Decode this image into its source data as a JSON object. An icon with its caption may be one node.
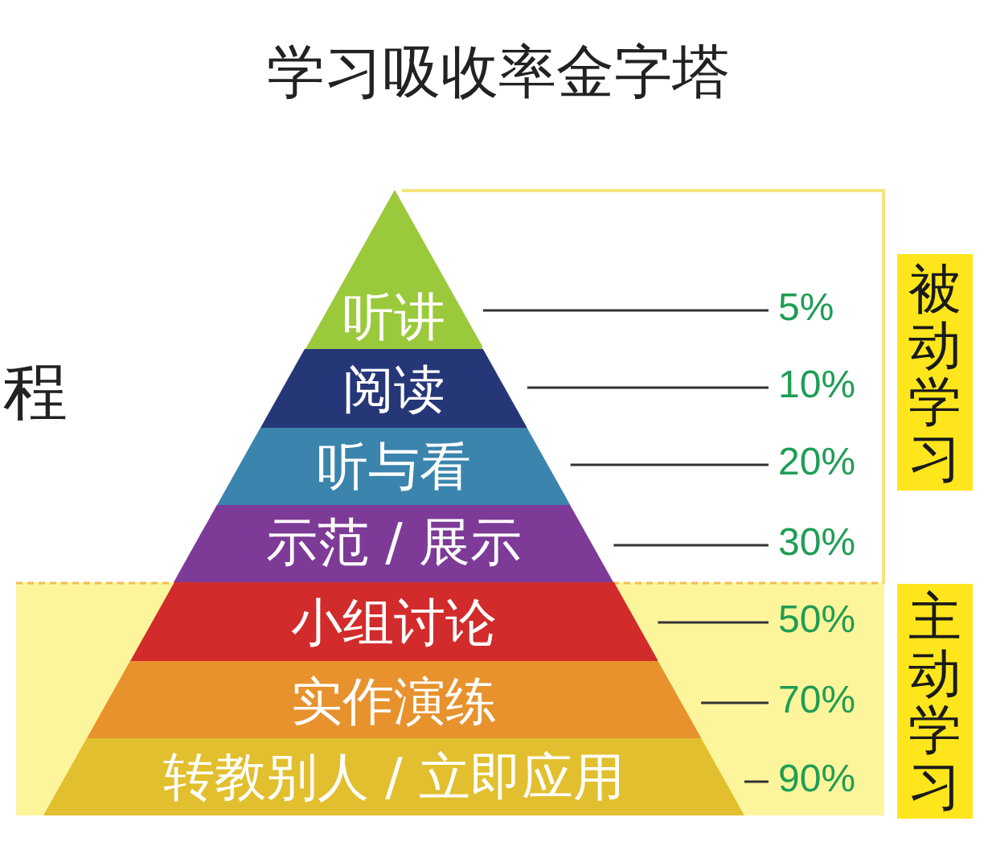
{
  "diagram": {
    "title": "学习吸收率金字塔",
    "nodes": [
      {
        "text": [
          "听讲"
        ]
      },
      {
        "text": [
          "阅读"
        ]
      },
      {
        "text": [
          "听与看"
        ]
      },
      {
        "text": [
          "示范 / 展示"
        ]
      },
      {
        "text": [
          "小组讨论"
        ]
      },
      {
        "text": [
          "实作演练"
        ]
      },
      {
        "text": [
          "转教别人 / 立即应用"
        ]
      },
      {
        "text": [
          "5%"
        ]
      },
      {
        "text": [
          "10%"
        ]
      },
      {
        "text": [
          "20%"
        ]
      },
      {
        "text": [
          "30%"
        ]
      },
      {
        "text": [
          "50%"
        ]
      },
      {
        "text": [
          "70%"
        ]
      },
      {
        "text": [
          "90%"
        ]
      },
      {
        "text": [
          "被动学习"
        ]
      },
      {
        "text": [
          "主动学习"
        ]
      }
    ],
    "edges": [
      {
        "from": 7,
        "to": 0,
        "arrow": "none"
      },
      {
        "from": 8,
        "to": 1,
        "arrow": "none"
      },
      {
        "from": 9,
        "to": 2,
        "arrow": "none"
      },
      {
        "from": 10,
        "to": 3,
        "arrow": "none"
      },
      {
        "from": 11,
        "to": 4,
        "arrow": "none"
      },
      {
        "from": 12,
        "to": 5,
        "arrow": "none"
      },
      {
        "from": 13,
        "to": 6,
        "arrow": "none"
      }
    ],
    "labels": [
      "程"
    ]
  }
}
